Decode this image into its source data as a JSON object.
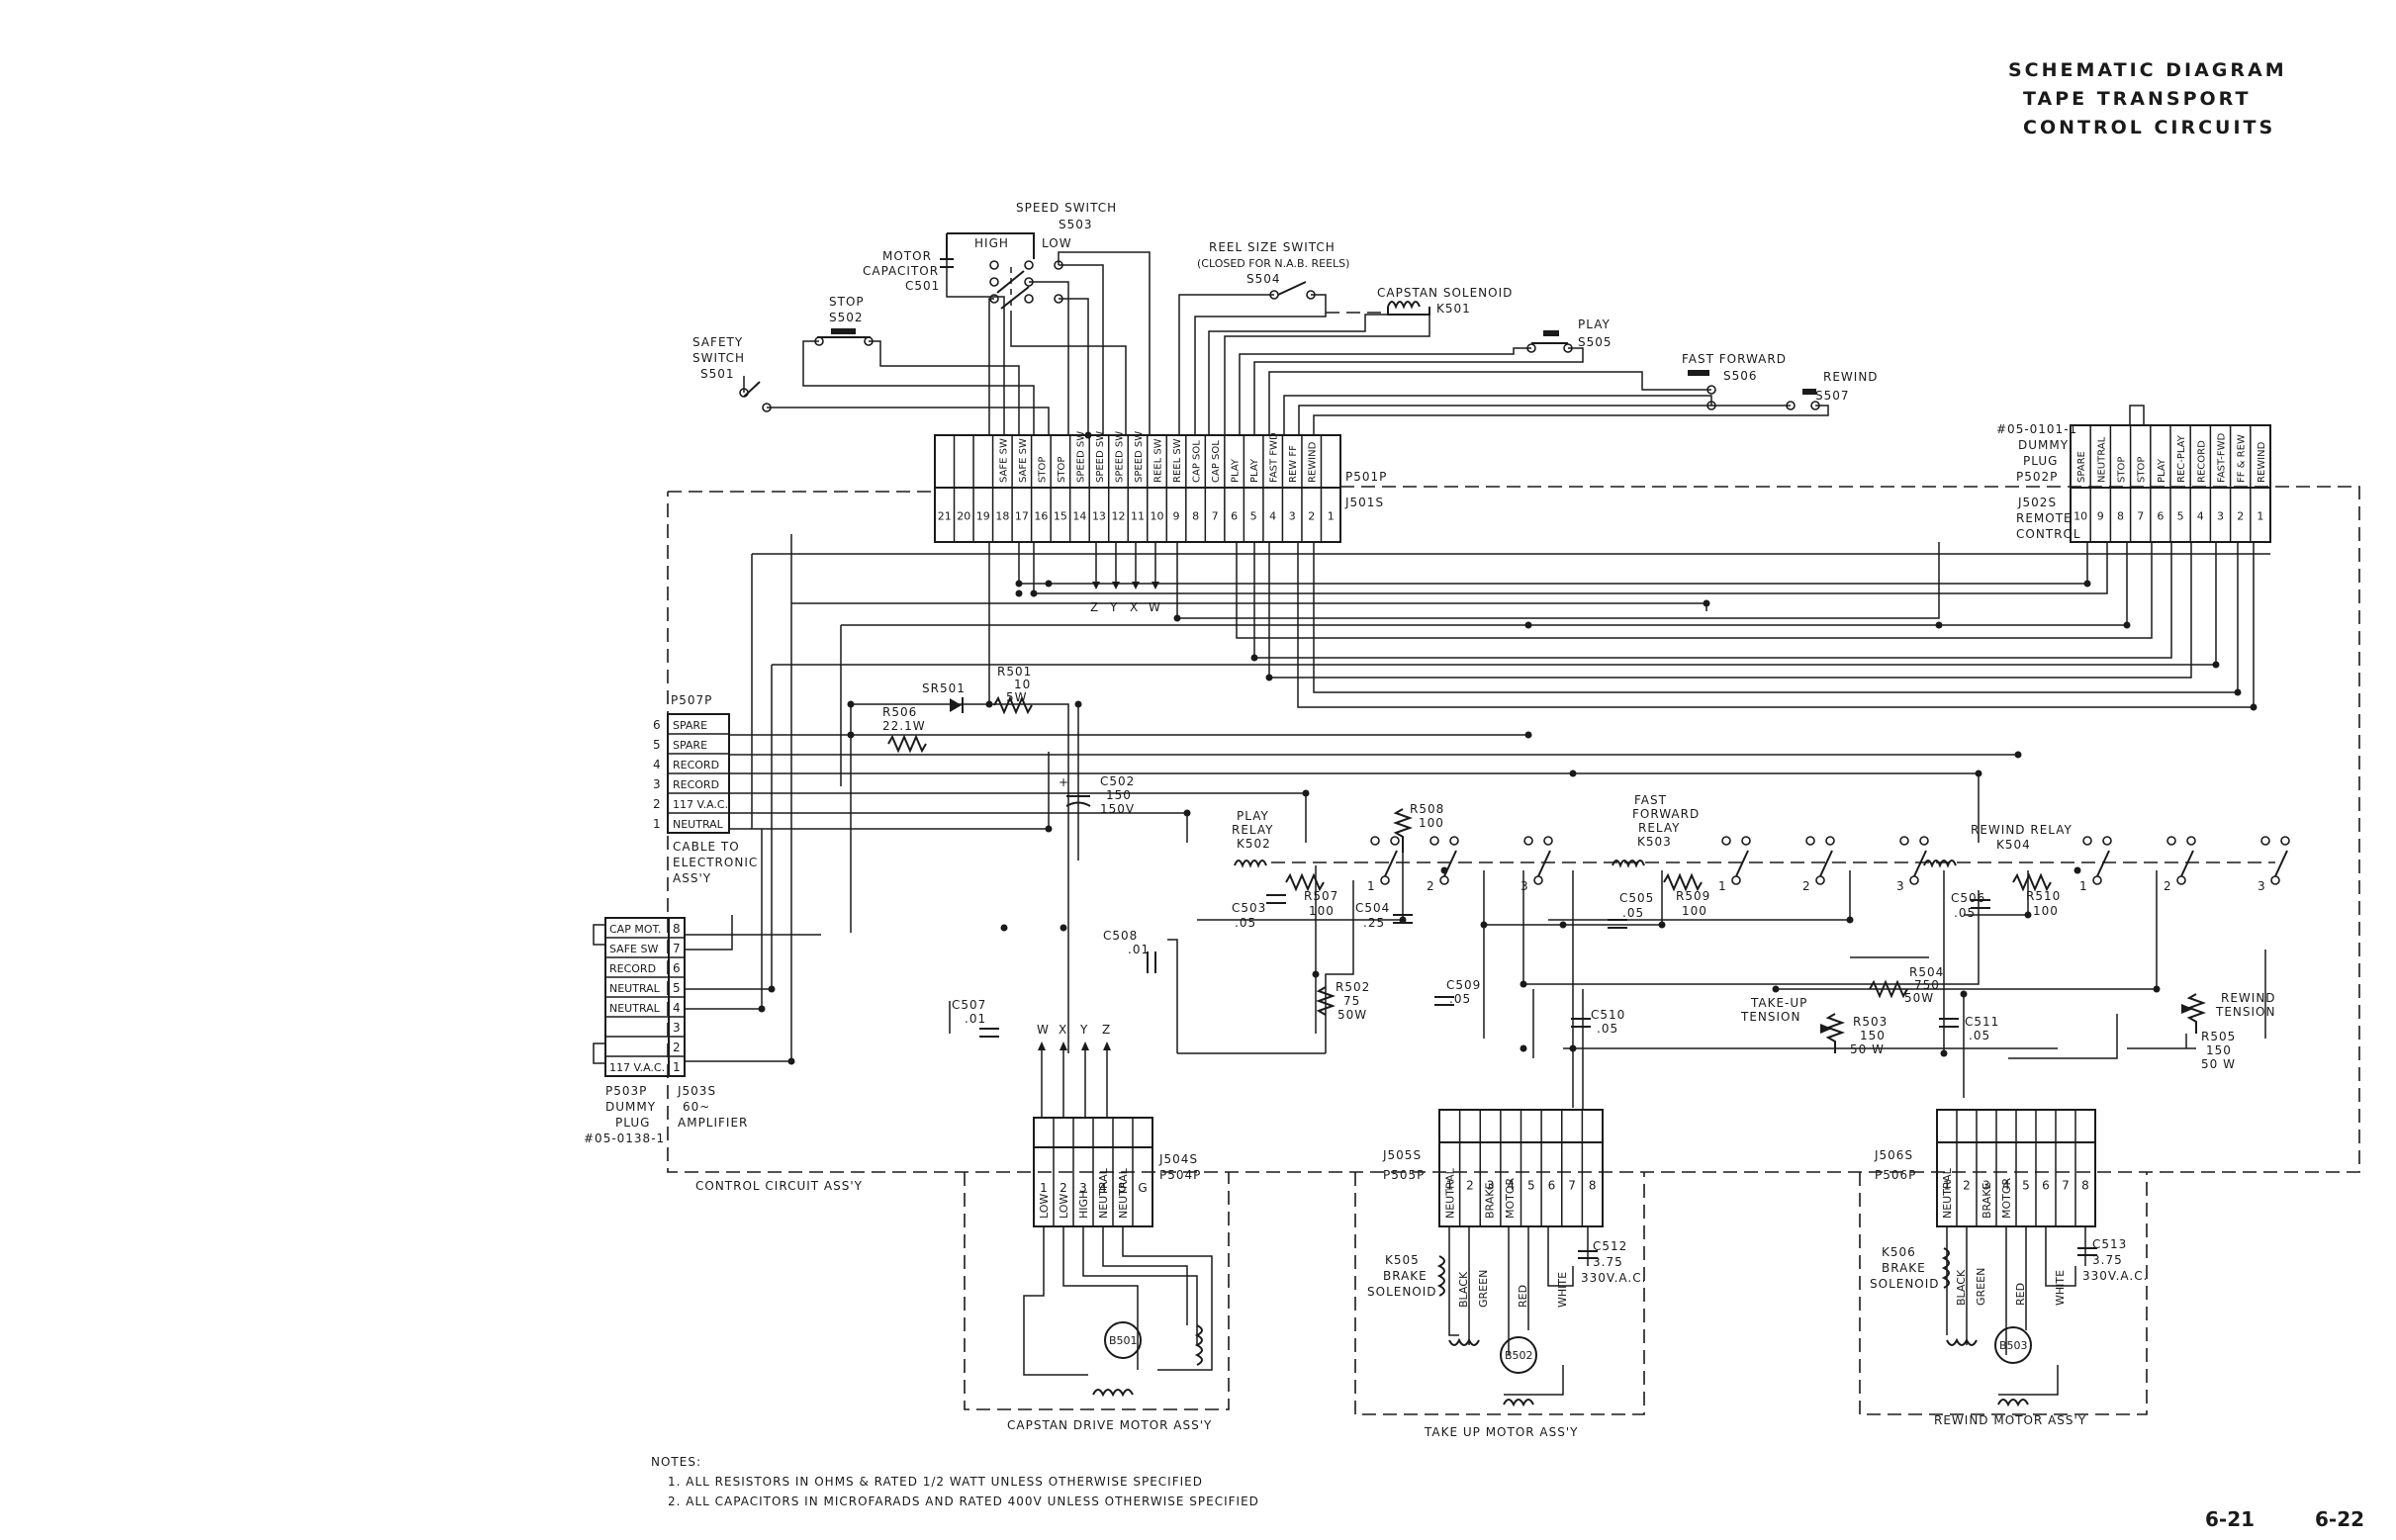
{
  "title": {
    "line1": "SCHEMATIC DIAGRAM",
    "line2": "TAPE TRANSPORT",
    "line3": "CONTROL CIRCUITS"
  },
  "switches": {
    "speed": [
      "SPEED SWITCH",
      "S503",
      "HIGH",
      "LOW"
    ],
    "motor_cap": [
      "MOTOR",
      "CAPACITOR",
      "C501"
    ],
    "reel_size": [
      "REEL SIZE SWITCH",
      "(CLOSED FOR N.A.B. REELS)",
      "S504"
    ],
    "capstan_sol": [
      "CAPSTAN SOLENOID",
      "K501"
    ],
    "stop": [
      "STOP",
      "S502"
    ],
    "safety": [
      "SAFETY",
      "SWITCH",
      "S501"
    ],
    "play": [
      "PLAY",
      "S505"
    ],
    "fast_forward": [
      "FAST FORWARD",
      "S506"
    ],
    "rewind": [
      "REWIND",
      "S507"
    ]
  },
  "p501": {
    "label_p": "P501P",
    "label_j": "J501S",
    "pins": [
      "21",
      "20",
      "19",
      "18",
      "17",
      "16",
      "15",
      "14",
      "13",
      "12",
      "11",
      "10",
      "9",
      "8",
      "7",
      "6",
      "5",
      "4",
      "3",
      "2",
      "1"
    ],
    "signals": [
      "",
      "",
      "",
      "SAFE SW",
      "SAFE SW",
      "STOP",
      "STOP",
      "SPEED SW",
      "SPEED SW",
      "SPEED SW",
      "SPEED SW",
      "REEL SW",
      "REEL SW",
      "CAP SOL",
      "CAP SOL",
      "PLAY",
      "PLAY",
      "FAST FWD",
      "REW FF",
      "REWIND",
      ""
    ]
  },
  "zyxw": [
    "Z",
    "Y",
    "X",
    "W"
  ],
  "p502": {
    "desc": [
      "#05-0101-1",
      "DUMMY",
      "PLUG",
      "P502P"
    ],
    "j_desc": [
      "J502S",
      "REMOTE",
      "CONTROL"
    ],
    "pins": [
      "10",
      "9",
      "8",
      "7",
      "6",
      "5",
      "4",
      "3",
      "2",
      "1"
    ],
    "signals": [
      "SPARE",
      "NEUTRAL",
      "STOP",
      "STOP",
      "PLAY",
      "REC-PLAY",
      "RECORD",
      "FAST-FWD",
      "FF & REW",
      "REWIND"
    ]
  },
  "p507": {
    "label": "P507P",
    "rows": [
      {
        "n": "6",
        "s": "SPARE"
      },
      {
        "n": "5",
        "s": "SPARE"
      },
      {
        "n": "4",
        "s": "RECORD"
      },
      {
        "n": "3",
        "s": "RECORD"
      },
      {
        "n": "2",
        "s": "117 V.A.C."
      },
      {
        "n": "1",
        "s": "NEUTRAL"
      }
    ],
    "cable": [
      "CABLE TO",
      "ELECTRONIC",
      "ASS'Y"
    ]
  },
  "p503": {
    "rows": [
      {
        "s": "CAP MOT.",
        "n": "8"
      },
      {
        "s": "SAFE SW",
        "n": "7"
      },
      {
        "s": "RECORD",
        "n": "6"
      },
      {
        "s": "NEUTRAL",
        "n": "5"
      },
      {
        "s": "NEUTRAL",
        "n": "4"
      },
      {
        "s": "",
        "n": "3"
      },
      {
        "s": "",
        "n": "2"
      },
      {
        "s": "117 V.A.C.",
        "n": "1"
      }
    ],
    "left": [
      "P503P",
      "DUMMY",
      "PLUG",
      "#05-0138-1"
    ],
    "right": [
      "J503S",
      "60~",
      "AMPLIFIER"
    ]
  },
  "components": {
    "sr501": "SR501",
    "r501": [
      "R501",
      "10",
      "5W"
    ],
    "r506": [
      "R506",
      "22.1W"
    ],
    "c502": [
      "C502",
      "150",
      "150V"
    ],
    "c508": [
      "C508",
      ".01"
    ],
    "c507": [
      "C507",
      ".01"
    ],
    "play_relay": [
      "PLAY",
      "RELAY",
      "K502"
    ],
    "r508": [
      "R508",
      "100"
    ],
    "r507": [
      "R507",
      "100"
    ],
    "c503": [
      "C503",
      ".05"
    ],
    "c504": [
      "C504",
      ".25"
    ],
    "r502": [
      "R502",
      "75",
      "50W"
    ],
    "c509": [
      "C509",
      ".05"
    ],
    "ff_relay": [
      "FAST",
      "FORWARD",
      "RELAY",
      "K503"
    ],
    "c505": [
      "C505",
      ".05"
    ],
    "r509": [
      "R509",
      "100"
    ],
    "c510": [
      "C510",
      ".05"
    ],
    "rewind_relay": [
      "REWIND RELAY",
      "K504"
    ],
    "c506": [
      "C506",
      ".05"
    ],
    "r510": [
      "R510",
      "100"
    ],
    "r504": [
      "R504",
      "750",
      "50W"
    ],
    "takeup_tension": [
      "TAKE-UP",
      "TENSION"
    ],
    "r503": [
      "R503",
      "150",
      "50 W"
    ],
    "c511": [
      "C511",
      ".05"
    ],
    "rewind_tension": [
      "REWIND",
      "TENSION"
    ],
    "r505": [
      "R505",
      "150",
      "50 W"
    ],
    "contacts": [
      "1",
      "2",
      "3"
    ],
    "wxyz": [
      "W",
      "X",
      "Y",
      "Z"
    ]
  },
  "control_assy": "CONTROL CIRCUIT ASS'Y",
  "j504": {
    "label_j": "J504S",
    "label_p": "P504P",
    "pins": [
      "1",
      "2",
      "3",
      "4",
      "5",
      "G"
    ],
    "wires": [
      "LOW",
      "LOW",
      "HIGH",
      "NEUTRAL",
      "NEUTRAL"
    ],
    "motor": "B501",
    "assy": "CAPSTAN DRIVE MOTOR ASS'Y"
  },
  "j505": {
    "label_j": "J505S",
    "label_p": "P505P",
    "pins": [
      "1",
      "2",
      "3",
      "4",
      "5",
      "6",
      "7",
      "8"
    ],
    "wires": [
      "NEUTRAL",
      "BRAKE",
      "MOTOR"
    ],
    "solenoid": [
      "K505",
      "BRAKE",
      "SOLENOID"
    ],
    "colors": [
      "BLACK",
      "GREEN",
      "RED",
      "WHITE"
    ],
    "cap": [
      "C512",
      "3.75",
      "330V.A.C."
    ],
    "motor": "B502",
    "assy": "TAKE UP MOTOR ASS'Y"
  },
  "j506": {
    "label_j": "J506S",
    "label_p": "P506P",
    "pins": [
      "1",
      "2",
      "3",
      "4",
      "5",
      "6",
      "7",
      "8"
    ],
    "wires": [
      "NEUTRAL",
      "BRAKE",
      "MOTOR"
    ],
    "solenoid": [
      "K506",
      "BRAKE",
      "SOLENOID"
    ],
    "colors": [
      "BLACK",
      "GREEN",
      "RED",
      "WHITE"
    ],
    "cap": [
      "C513",
      "3.75",
      "330V.A.C."
    ],
    "motor": "B503",
    "assy": "REWIND MOTOR ASS'Y"
  },
  "notes": {
    "heading": "NOTES:",
    "n1": "1. ALL RESISTORS IN OHMS & RATED 1/2 WATT UNLESS OTHERWISE SPECIFIED",
    "n2": "2. ALL CAPACITORS IN MICROFARADS AND RATED 400V UNLESS OTHERWISE SPECIFIED"
  },
  "pages": [
    "6-21",
    "6-22"
  ]
}
